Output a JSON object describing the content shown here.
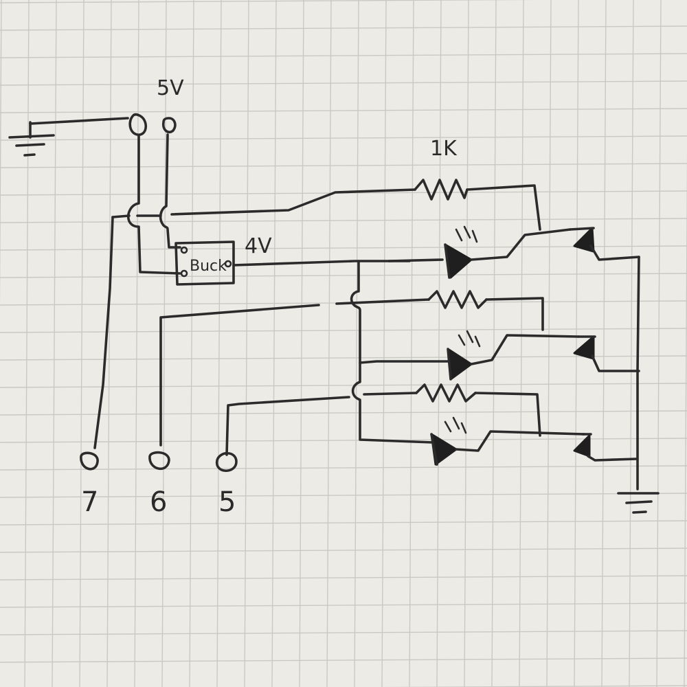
{
  "labels": {
    "supply_5v": "5V",
    "supply_4v": "4V",
    "resistor_1k": "1K",
    "buck": "Buck",
    "pin_7": "7",
    "pin_6": "6",
    "pin_5": "5"
  },
  "colors": {
    "paper": "#ecebe6",
    "grid": "#c9c9c4",
    "ink": "#2b2b2b"
  },
  "icons": [
    "ground-icon",
    "resistor-icon",
    "led-icon",
    "transistor-icon",
    "diode-icon",
    "connector-icon",
    "buck-converter-icon"
  ]
}
